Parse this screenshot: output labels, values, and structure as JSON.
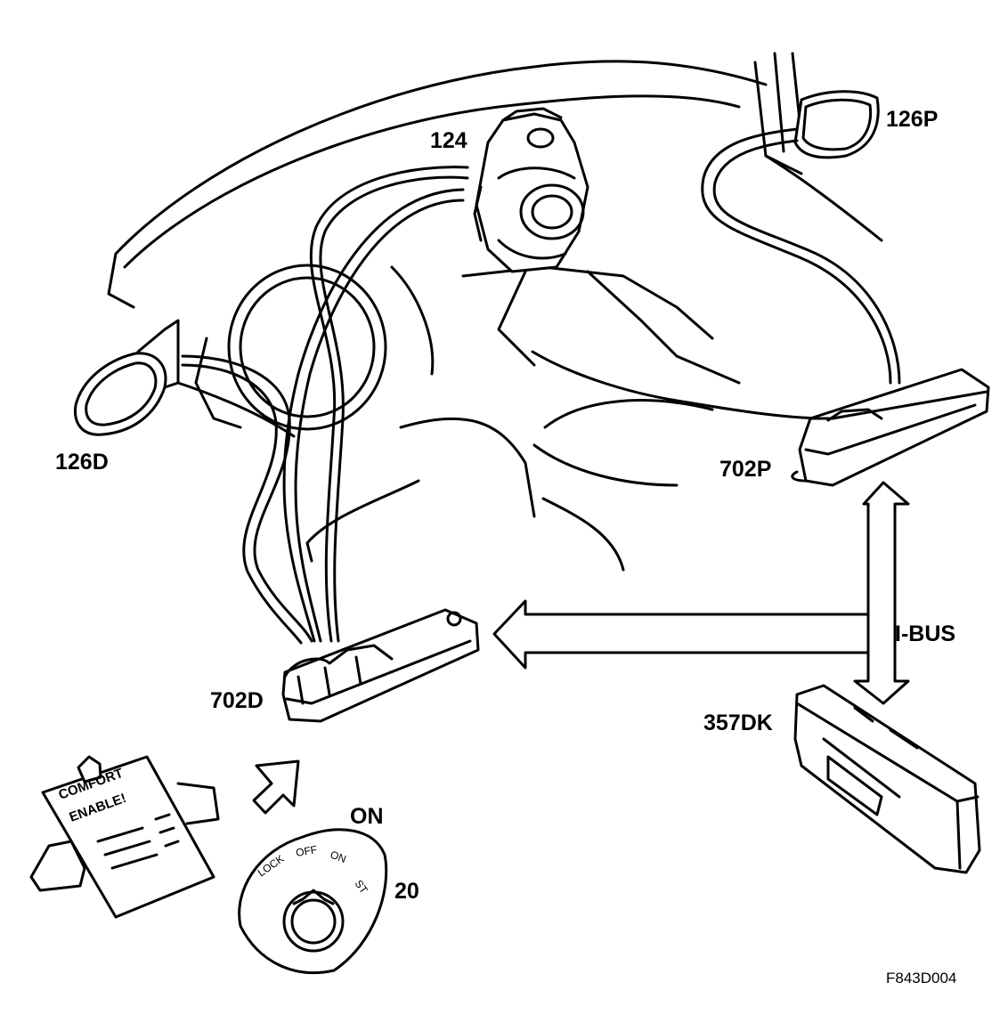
{
  "diagram": {
    "labels": {
      "interior_light": "124",
      "mirror_passenger": "126P",
      "mirror_driver": "126D",
      "switch_passenger": "702P",
      "switch_driver": "702D",
      "bus": "I-BUS",
      "module": "357DK",
      "ignition": "20",
      "ignition_position": "ON"
    },
    "clipboard": {
      "line1": "COMFORT",
      "line2": "ENABLE!"
    },
    "ignition_positions": [
      "LOCK",
      "OFF",
      "ON",
      "ST"
    ],
    "figure_id": "F843D004"
  }
}
